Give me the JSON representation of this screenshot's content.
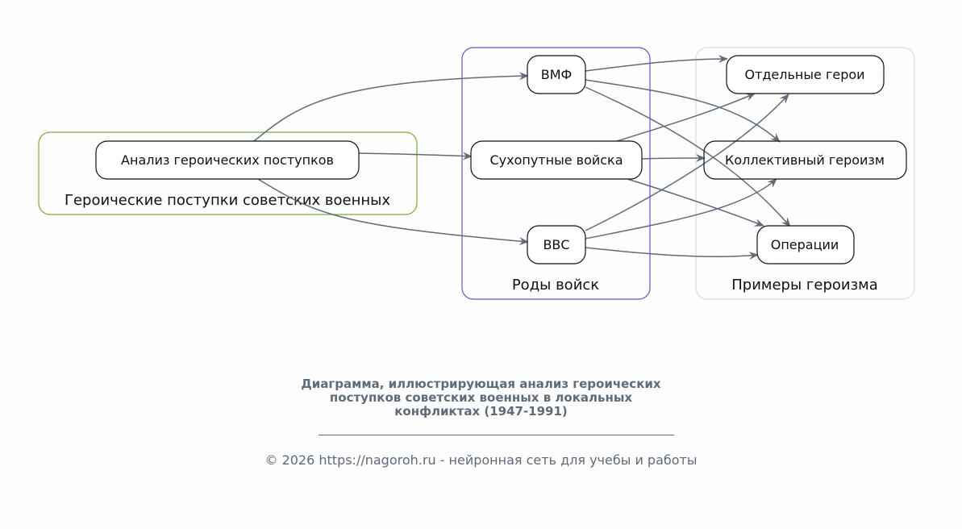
{
  "diagram": {
    "clusters": [
      {
        "id": "heroic",
        "label": "Героические поступки советских военных",
        "color": "#7cab3a"
      },
      {
        "id": "branches",
        "label": "Роды войск",
        "color": "#7a4cc4"
      },
      {
        "id": "examples",
        "label": "Примеры героизма",
        "color": "#dcdcdc"
      }
    ],
    "nodes": [
      {
        "id": "analysis",
        "label": "Анализ героических поступков",
        "cluster": "heroic"
      },
      {
        "id": "navy",
        "label": "ВМФ",
        "cluster": "branches"
      },
      {
        "id": "army",
        "label": "Сухопутные войска",
        "cluster": "branches"
      },
      {
        "id": "airforce",
        "label": "ВВС",
        "cluster": "branches"
      },
      {
        "id": "individual",
        "label": "Отдельные герои",
        "cluster": "examples"
      },
      {
        "id": "collective",
        "label": "Коллективный героизм",
        "cluster": "examples"
      },
      {
        "id": "operations",
        "label": "Операции",
        "cluster": "examples"
      }
    ],
    "edges": [
      {
        "from": "analysis",
        "to": "navy"
      },
      {
        "from": "analysis",
        "to": "army"
      },
      {
        "from": "analysis",
        "to": "airforce"
      },
      {
        "from": "navy",
        "to": "individual"
      },
      {
        "from": "navy",
        "to": "collective"
      },
      {
        "from": "navy",
        "to": "operations"
      },
      {
        "from": "army",
        "to": "individual"
      },
      {
        "from": "army",
        "to": "collective"
      },
      {
        "from": "army",
        "to": "operations"
      },
      {
        "from": "airforce",
        "to": "individual"
      },
      {
        "from": "airforce",
        "to": "collective"
      },
      {
        "from": "airforce",
        "to": "operations"
      }
    ],
    "edge_color": "#5f6b78"
  },
  "caption": {
    "title_lines": [
      "Диаграмма, иллюстрирующая анализ героических",
      "поступков советских военных в локальных",
      "конфликтах (1947-1991)"
    ],
    "rule": "________________________________________________",
    "footer": "© 2026 https://nagoroh.ru - нейронная сеть для учебы и работы",
    "color": "#5f6b78"
  }
}
